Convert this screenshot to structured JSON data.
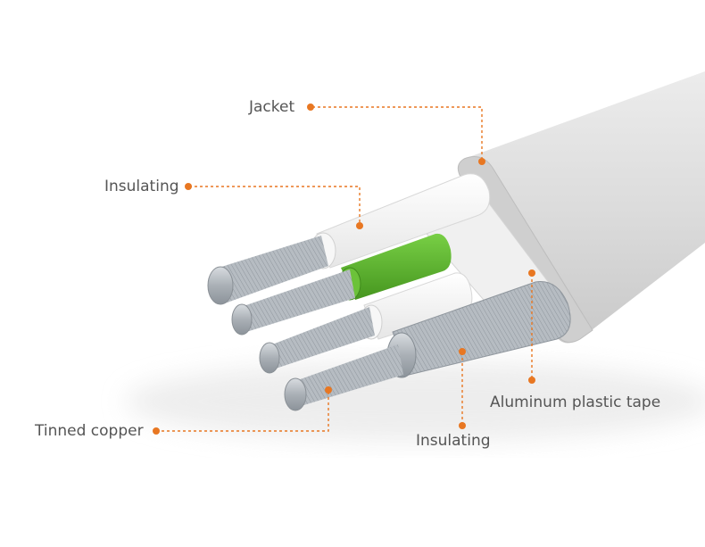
{
  "labels": {
    "jacket": "Jacket",
    "insulating_top": "Insulating",
    "aluminum_tape": "Aluminum plastic tape",
    "insulating_bottom": "Insulating",
    "tinned_copper": "Tinned copper"
  },
  "colors": {
    "accent": "#e87722",
    "jacket": "#d9d9d9",
    "insulation": "#f4f4f4",
    "green_core": "#5cb82e",
    "copper_strand": "#b9bec4",
    "label_text": "#555555"
  }
}
